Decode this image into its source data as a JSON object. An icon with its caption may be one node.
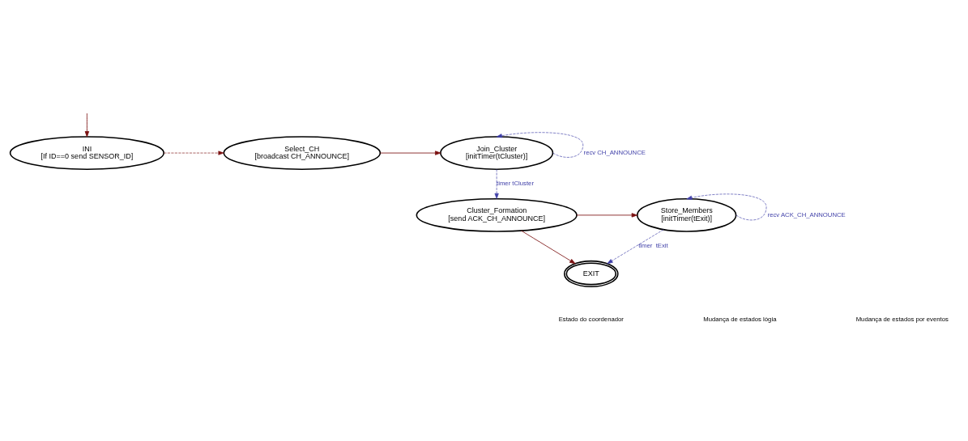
{
  "diagram": {
    "nodes": [
      {
        "text": [
          "INI",
          "[If ID==0 send SENSOR_ID]"
        ]
      },
      {
        "text": [
          "Select_CH",
          "[broadcast CH_ANNOUNCE]"
        ]
      },
      {
        "text": [
          "Join_Cluster",
          "[initTimer(tCluster)]"
        ]
      },
      {
        "text": [
          "Store_Members",
          "[initTimer(tExit)]"
        ]
      },
      {
        "text": [
          "Cluster_Formation",
          "[send ACK_CH_ANNOUNCE]"
        ]
      },
      {
        "text": [
          "EXIT"
        ]
      }
    ],
    "edges": [
      {
        "from": null,
        "to": 0,
        "arrow": "to"
      },
      {
        "from": 0,
        "to": 1,
        "arrow": "to",
        "style": "dashed"
      },
      {
        "from": 1,
        "to": 2,
        "arrow": "to"
      },
      {
        "from": 2,
        "to": 2,
        "arrow": "to",
        "label": "recv CH_ANNOUNCE",
        "style": "dashed",
        "color": "#3f3fa8"
      },
      {
        "from": 2,
        "to": 4,
        "arrow": "to",
        "label": "timer tCluster",
        "style": "dashed",
        "color": "#3f3fa8"
      },
      {
        "from": 4,
        "to": 3,
        "arrow": "to"
      },
      {
        "from": 3,
        "to": 3,
        "arrow": "to",
        "label": "recv ACK_CH_ANNOUNCE",
        "style": "dashed",
        "color": "#3f3fa8"
      },
      {
        "from": 3,
        "to": 5,
        "arrow": "to",
        "label": "timer  tExit",
        "style": "dashed",
        "color": "#3f3fa8"
      },
      {
        "from": 4,
        "to": 5,
        "arrow": "to"
      }
    ],
    "legend": [
      {
        "text": "Estado do coordenador"
      },
      {
        "text": "Mudança de estados lógia"
      },
      {
        "text": "Mudança de estados por eventos"
      }
    ]
  }
}
